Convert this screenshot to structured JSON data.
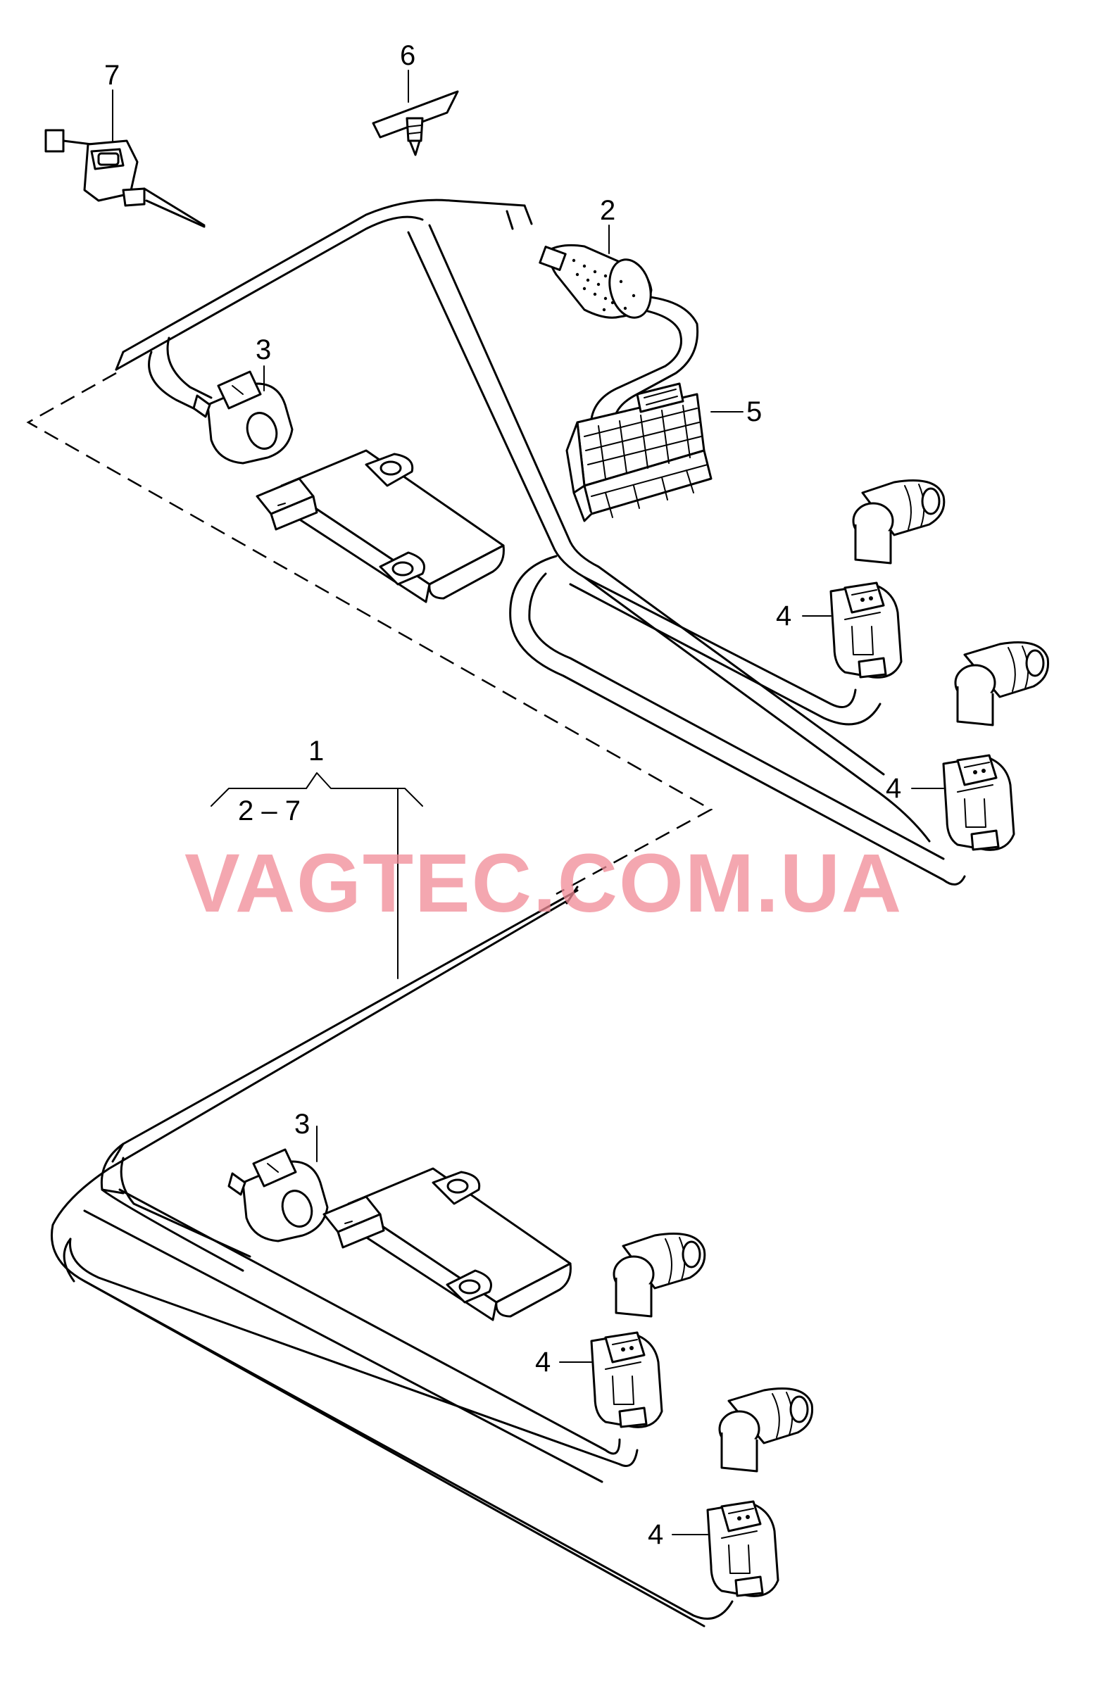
{
  "labels": {
    "item1": "1",
    "range": "2 – 7",
    "item2": "2",
    "item3a": "3",
    "item3b": "3",
    "item4a": "4",
    "item4b": "4",
    "item4c": "4",
    "item4d": "4",
    "item5": "5",
    "item6": "6",
    "item7": "7"
  },
  "watermark": {
    "text": "VAGTEC.COM.UA",
    "color": "#f08a96"
  }
}
